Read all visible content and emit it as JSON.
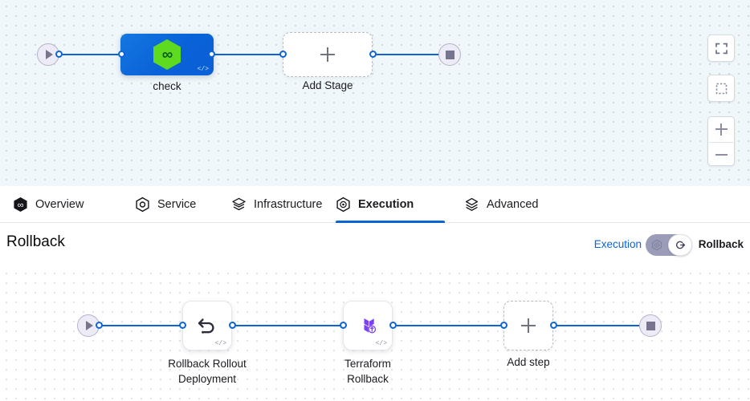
{
  "top_canvas": {
    "start_node": {
      "name": "pipeline-start",
      "icon": "play-icon"
    },
    "stage": {
      "label": "check",
      "icon": "harness-hexagon-icon",
      "code_badge": "</>"
    },
    "add_stage": {
      "label": "Add Stage",
      "icon": "plus-icon"
    },
    "end_node": {
      "name": "pipeline-end",
      "icon": "stop-icon"
    },
    "toolbar": [
      {
        "name": "fullscreen-button",
        "icon": "fullscreen-icon"
      },
      {
        "name": "fit-selection-button",
        "icon": "dashed-square-icon"
      },
      {
        "name": "zoom-in-button",
        "icon": "plus-icon"
      },
      {
        "name": "zoom-out-button",
        "icon": "minus-icon"
      }
    ]
  },
  "tabs": [
    {
      "label": "Overview",
      "icon": "harness-hexagon-filled-icon",
      "active": false
    },
    {
      "label": "Service",
      "icon": "service-hexagon-icon",
      "active": false
    },
    {
      "label": "Infrastructure",
      "icon": "layers-icon",
      "active": false
    },
    {
      "label": "Execution",
      "icon": "execution-rings-icon",
      "active": true
    },
    {
      "label": "Advanced",
      "icon": "advanced-layers-icon",
      "active": false
    }
  ],
  "rollback_header": {
    "title": "Rollback",
    "toggle_left_label": "Execution",
    "toggle_right_label": "Rollback",
    "toggle_state": "rollback",
    "left_icon": "execution-rings-icon",
    "right_icon": "rollback-arrow-icon"
  },
  "rollback_canvas": {
    "start_node": {
      "name": "rollback-start",
      "icon": "play-icon"
    },
    "steps": [
      {
        "label": "Rollback Rollout Deployment",
        "label_line1": "Rollback Rollout",
        "label_line2": "Deployment",
        "icon": "undo-arrow-icon",
        "code_badge": "</>"
      },
      {
        "label": "Terraform Rollback",
        "label_line1": "Terraform",
        "label_line2": "Rollback",
        "icon": "terraform-icon",
        "code_badge": "</>"
      }
    ],
    "add_step": {
      "label": "Add step",
      "icon": "plus-icon"
    },
    "end_node": {
      "name": "rollback-end",
      "icon": "stop-icon"
    }
  },
  "colors": {
    "accent": "#0c64d6",
    "stage_blue": "#0a62d8",
    "harness_green": "#5edb21",
    "terraform_purple": "#7b42f5",
    "terminal_lavender": "#edecf6",
    "toggle_track": "#9b9cb8"
  }
}
